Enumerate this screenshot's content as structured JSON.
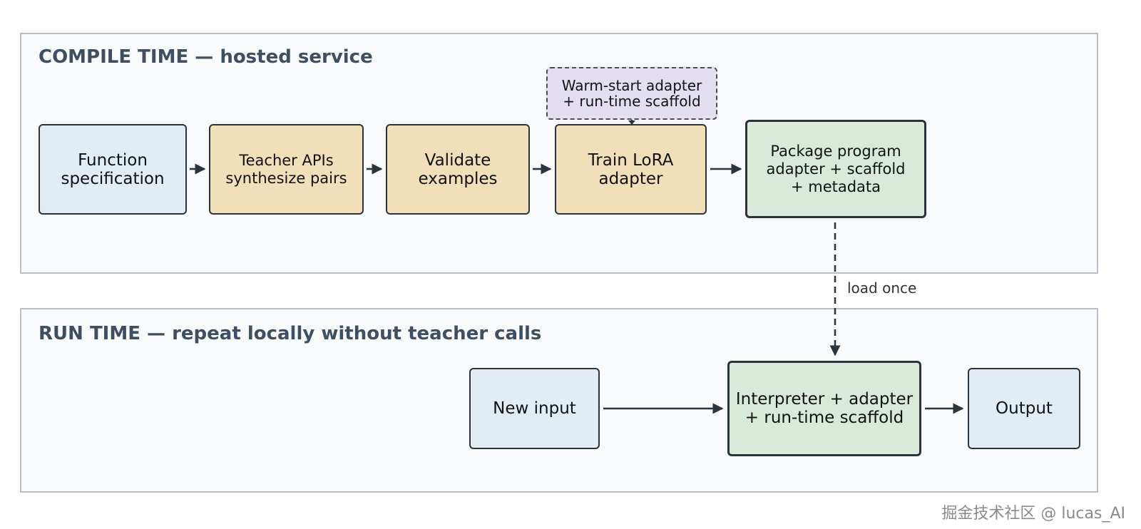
{
  "compile": {
    "title": "COMPILE TIME — hosted service",
    "steps": {
      "function_spec": "Function\nspecification",
      "teacher": "Teacher APIs\nsynthesize pairs",
      "validate": "Validate\nexamples",
      "train": "Train LoRA\nadapter",
      "package": "Package program\nadapter + scaffold\n+ metadata"
    },
    "warm_start": "Warm-start adapter\n+ run-time scaffold"
  },
  "connector": {
    "label": "load once"
  },
  "runtime": {
    "title": "RUN TIME — repeat locally without teacher calls",
    "new_input": "New input",
    "interpreter": "Interpreter + adapter\n+ run-time scaffold",
    "output": "Output"
  },
  "watermark": "掘金技术社区 @ lucas_AI"
}
